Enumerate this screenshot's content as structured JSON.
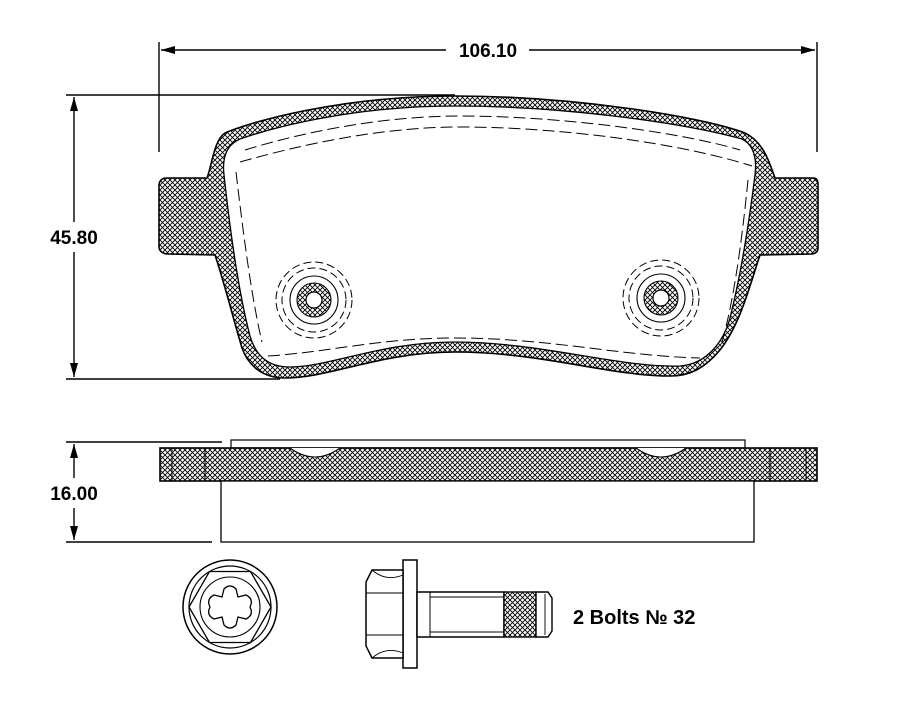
{
  "dimensions": {
    "width": "106.10",
    "height": "45.80",
    "thickness": "16.00"
  },
  "caption": "2 Bolts № 32",
  "colors": {
    "line": "#000000",
    "background": "#ffffff"
  }
}
